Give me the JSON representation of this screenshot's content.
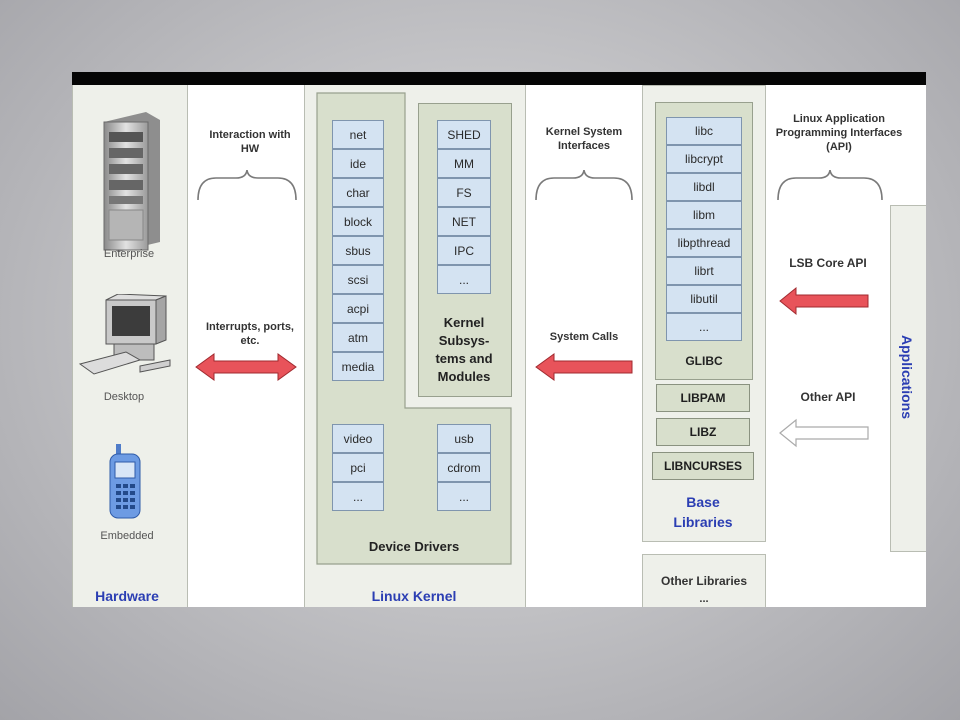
{
  "hardware": {
    "devices": [
      "Enterprise",
      "Desktop",
      "Embedded"
    ],
    "title": "Hardware"
  },
  "interaction": {
    "label": "Interaction with HW",
    "arrow_label": "Interrupts, ports, etc."
  },
  "kernel": {
    "title": "Linux Kernel",
    "drivers_top": [
      "net",
      "ide",
      "char",
      "block",
      "sbus",
      "scsi",
      "acpi",
      "atm",
      "media"
    ],
    "drivers_left": [
      "video",
      "pci",
      "..."
    ],
    "drivers_right": [
      "usb",
      "cdrom",
      "..."
    ],
    "drivers_title": "Device Drivers",
    "subsystems": [
      "SHED",
      "MM",
      "FS",
      "NET",
      "IPC",
      "..."
    ],
    "subsystems_title": "Kernel Subsys- tems and Modules"
  },
  "syscalls": {
    "label": "Kernel System Interfaces",
    "arrow_label": "System Calls"
  },
  "libraries": {
    "glibc_items": [
      "libc",
      "libcrypt",
      "libdl",
      "libm",
      "libpthread",
      "librt",
      "libutil",
      "..."
    ],
    "glibc_title": "GLIBC",
    "others": [
      "LIBPAM",
      "LIBZ",
      "LIBNCURSES"
    ],
    "title": "Base Libraries",
    "other_title": "Other Libraries",
    "other_dots": "..."
  },
  "api": {
    "label": "Linux Application Programming Interfaces (API)",
    "lsb": "LSB Core API",
    "other": "Other API"
  },
  "applications": {
    "title": "Applications"
  },
  "colors": {
    "accent_blue": "#2b3eb3",
    "arrow_red": "#e8535a",
    "cell_blue": "#d4e3f2",
    "panel_green": "#d8dfcc"
  }
}
